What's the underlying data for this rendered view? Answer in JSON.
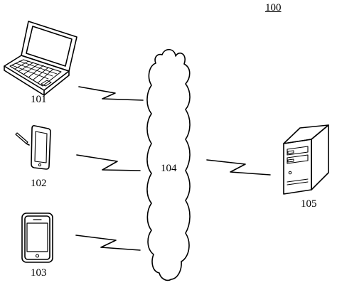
{
  "figure_number": "100",
  "nodes": {
    "laptop": {
      "label": "101",
      "icon": "laptop-icon"
    },
    "tablet": {
      "label": "102",
      "icon": "tablet-with-stylus-icon"
    },
    "phone": {
      "label": "103",
      "icon": "smartphone-icon"
    },
    "network": {
      "label": "104",
      "icon": "cloud-icon"
    },
    "server": {
      "label": "105",
      "icon": "server-tower-icon"
    }
  },
  "links": [
    {
      "from": "101",
      "to": "104",
      "icon": "lightning-link-icon"
    },
    {
      "from": "102",
      "to": "104",
      "icon": "lightning-link-icon"
    },
    {
      "from": "103",
      "to": "104",
      "icon": "lightning-link-icon"
    },
    {
      "from": "104",
      "to": "105",
      "icon": "lightning-link-icon"
    }
  ],
  "colors": {
    "stroke": "#000000",
    "background": "#ffffff"
  }
}
